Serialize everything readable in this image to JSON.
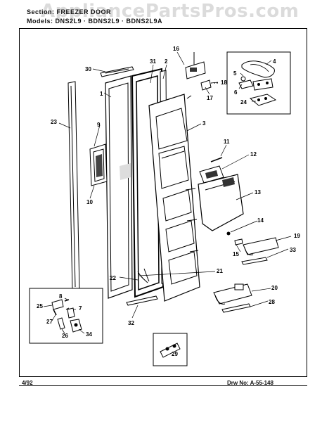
{
  "header": {
    "section": "Section:  FREEZER DOOR",
    "models": "Models:  DNS2L9 · BDNS2L9 · BDNS2L9A"
  },
  "watermark": "AppliancePartsPros.com",
  "footer": {
    "date": "4/92",
    "drawing_number": "Drw No:  A-55-148"
  },
  "callouts": [
    "1",
    "2",
    "3",
    "4",
    "5",
    "6",
    "7",
    "8",
    "9",
    "10",
    "11",
    "12",
    "13",
    "14",
    "15",
    "16",
    "17",
    "18",
    "19",
    "20",
    "21",
    "22",
    "23",
    "24",
    "25",
    "26",
    "27",
    "28",
    "29",
    "30",
    "31",
    "32",
    "33",
    "34"
  ]
}
